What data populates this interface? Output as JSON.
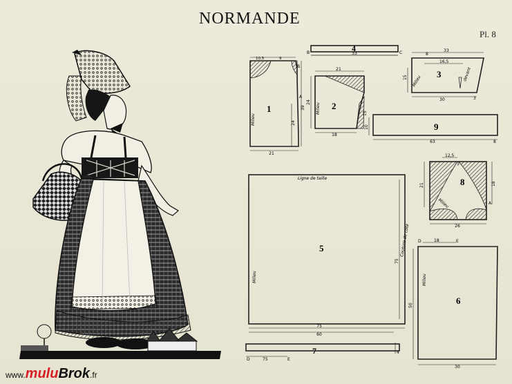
{
  "header": {
    "title": "NORMANDE",
    "plate": "Pl. 8"
  },
  "pieces": {
    "p1": {
      "number": "1",
      "side": "Milieu",
      "w_top_a": "10,5",
      "w_top_b": "9",
      "h_right": "39",
      "h_mid": "24",
      "w_bottom": "21",
      "pt_a": "A",
      "pt_b": "B"
    },
    "p2": {
      "number": "2",
      "side": "Milieu",
      "w_top": "21",
      "h_left": "24",
      "h_right": "15",
      "w_bottom": "18"
    },
    "p3": {
      "number": "3",
      "side": "Milieu",
      "label_right": "devant",
      "w_top": "33",
      "w_inner_a": "8",
      "w_inner_b": "16,5",
      "h_left": "15",
      "w_bottom": "30",
      "val_3": "3"
    },
    "p4": {
      "number": "4",
      "w": "33",
      "pt_b": "B",
      "pt_c": "C"
    },
    "p5": {
      "number": "5",
      "side": "Milieu",
      "top_label": "Ligne de taille",
      "right_label": "Couture de côté",
      "h_right": "75",
      "w_bottom_a": "75",
      "w_bottom_b": "60"
    },
    "p6": {
      "number": "6",
      "side": "Milieu",
      "w_top": "18",
      "pt_d": "D",
      "pt_e": "E",
      "h_left": "50",
      "w_bottom": "30"
    },
    "p7": {
      "number": "7",
      "w": "75",
      "pt_d": "D",
      "pt_e": "E",
      "h": "4"
    },
    "p8": {
      "number": "8",
      "side": "Milieu",
      "w_top": "12,5",
      "h_left": "21",
      "h_right": "18",
      "w_bottom": "26",
      "pt_f": "F",
      "pt_a": "A"
    },
    "p9": {
      "number": "9",
      "h_left": "10",
      "w_bottom": "63",
      "val_e": "8"
    }
  },
  "watermark": {
    "prefix": "www.",
    "brand_a": "mulu",
    "brand_b": "Brok",
    "suffix": ".fr"
  }
}
